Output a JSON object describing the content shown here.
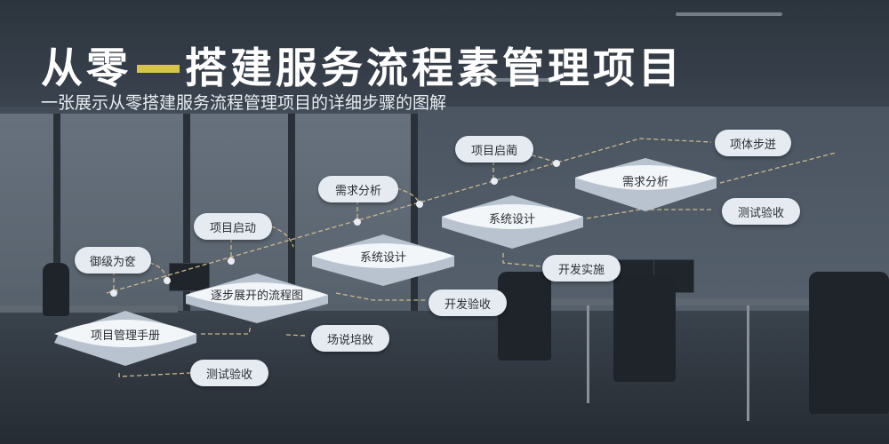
{
  "header": {
    "title_part1": "从零",
    "title_part2": "搭建服务流程素管理项目",
    "subtitle": "一张展示从零搭建服务流程管理项目的详细步骤的图解",
    "accent_color": "#d8c44a"
  },
  "diamonds": [
    {
      "label": "项目管理手册"
    },
    {
      "label": "逐步展开的流程图"
    },
    {
      "label": "系统设计"
    },
    {
      "label": "系统设计"
    },
    {
      "label": "需求分析"
    }
  ],
  "pills": [
    {
      "label": "御级为奁"
    },
    {
      "label": "项目启动"
    },
    {
      "label": "需求分析"
    },
    {
      "label": "项目启蔺"
    },
    {
      "label": "项体步迸"
    },
    {
      "label": "测试验收"
    },
    {
      "label": "开发实施"
    },
    {
      "label": "开发验收"
    },
    {
      "label": "场说培敚"
    },
    {
      "label": "测试验收"
    }
  ],
  "colors": {
    "pill_bg": "#e6ebf1",
    "diamond_top": "#f3f6f9",
    "diamond_side": "#b9c3cf",
    "connector": "#cbb98a",
    "background": "#3d4754"
  }
}
